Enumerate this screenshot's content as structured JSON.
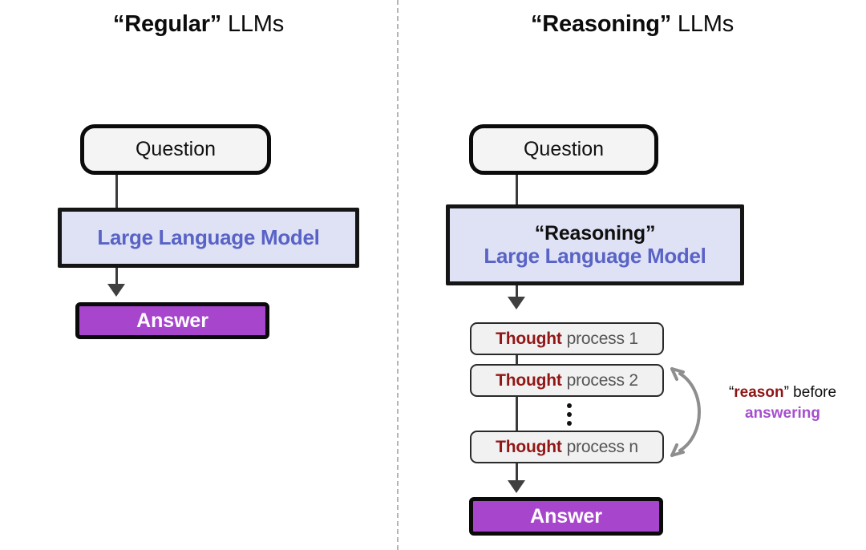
{
  "panels": {
    "left": {
      "title_strong": "“Regular”",
      "title_light": " LLMs",
      "question_label": "Question",
      "llm_label": "Large Language Model",
      "answer_label": "Answer"
    },
    "right": {
      "title_strong": "“Reasoning”",
      "title_light": " LLMs",
      "question_label": "Question",
      "llm_kicker": "“Reasoning”",
      "llm_label": "Large Language Model",
      "thoughts": [
        {
          "strong": "Thought",
          "rest": "process 1"
        },
        {
          "strong": "Thought",
          "rest": "process 2"
        },
        {
          "strong": "Thought",
          "rest": "process n"
        }
      ],
      "ellipsis": "⋮",
      "answer_label": "Answer",
      "annotation": {
        "open_quote": "“",
        "reason": "reason",
        "close_quote": "”",
        "before": " before",
        "answering": "answering"
      }
    }
  },
  "colors": {
    "llm_box_fill": "#dfe2f4",
    "llm_text": "#5963c6",
    "answer_fill": "#a746cd",
    "answer_text": "#ffffff",
    "thought_fill": "#f1f1f1",
    "thought_strong": "#911717",
    "thought_rest": "#555555",
    "question_fill": "#f4f4f4",
    "border": "#0b0b0b",
    "arrow": "#3f3f3f",
    "divider": "#b4b4b4",
    "annotation_reason": "#8f1515",
    "annotation_answering": "#a64ecf",
    "brace": "#8e8e8e"
  }
}
